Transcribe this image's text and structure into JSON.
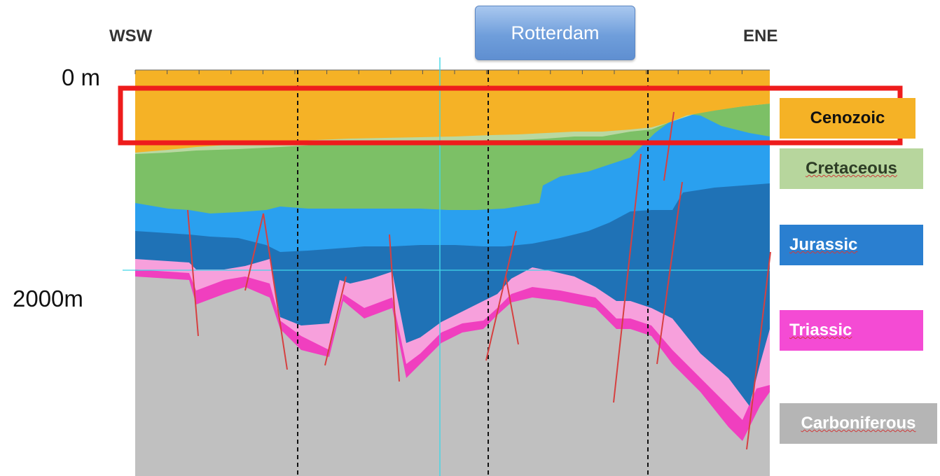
{
  "header": {
    "left_direction": "WSW",
    "right_direction": "ENE",
    "city_label": "Rotterdam"
  },
  "depth_axis": {
    "top_label": "0 m",
    "mid_label": "2000m"
  },
  "legend": [
    {
      "name": "Cenozoic",
      "color": "#f5b226",
      "text_color": "#111111"
    },
    {
      "name": "Cretaceous",
      "color": "#b7d69d",
      "text_color": "#2e3d26"
    },
    {
      "name": "Jurassic",
      "color": "#2a7fd0",
      "text_color": "#ffffff"
    },
    {
      "name": "Triassic",
      "color": "#f44bd4",
      "text_color": "#ffffff"
    },
    {
      "name": "Carboniferous",
      "color": "#b5b5b5",
      "text_color": "#ffffff"
    }
  ],
  "colors": {
    "cenozoic": "#f5b226",
    "upper_cretaceous": "#b9d8a1",
    "lower_cretaceous": "#7cc066",
    "upper_jurassic": "#2aa0ef",
    "lower_jurassic": "#1f72b6",
    "triassic": "#f03fbf",
    "triassic_light": "#f7a0dc",
    "carboniferous": "#c0c0c0",
    "fault": "#d64040",
    "highlight": "#ee1c1c",
    "guide": "#40d7e8"
  },
  "icons": {
    "faults": "fault-lines",
    "highlight": "highlight-rectangle"
  }
}
